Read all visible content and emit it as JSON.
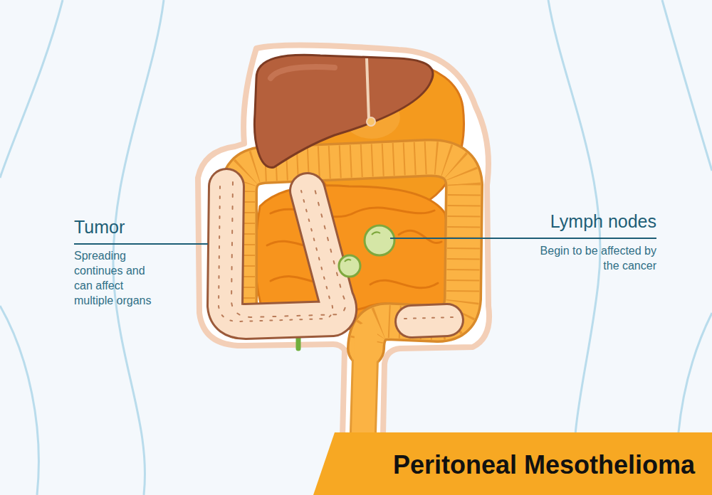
{
  "diagram": {
    "nodes": [
      {
        "text": [
          "Peritoneal Mesothelioma"
        ]
      }
    ],
    "labels": [
      "Tumor",
      "Spreading continues and can affect multiple organs",
      "Lymph nodes",
      "Begin to be affected by the cancer"
    ]
  }
}
